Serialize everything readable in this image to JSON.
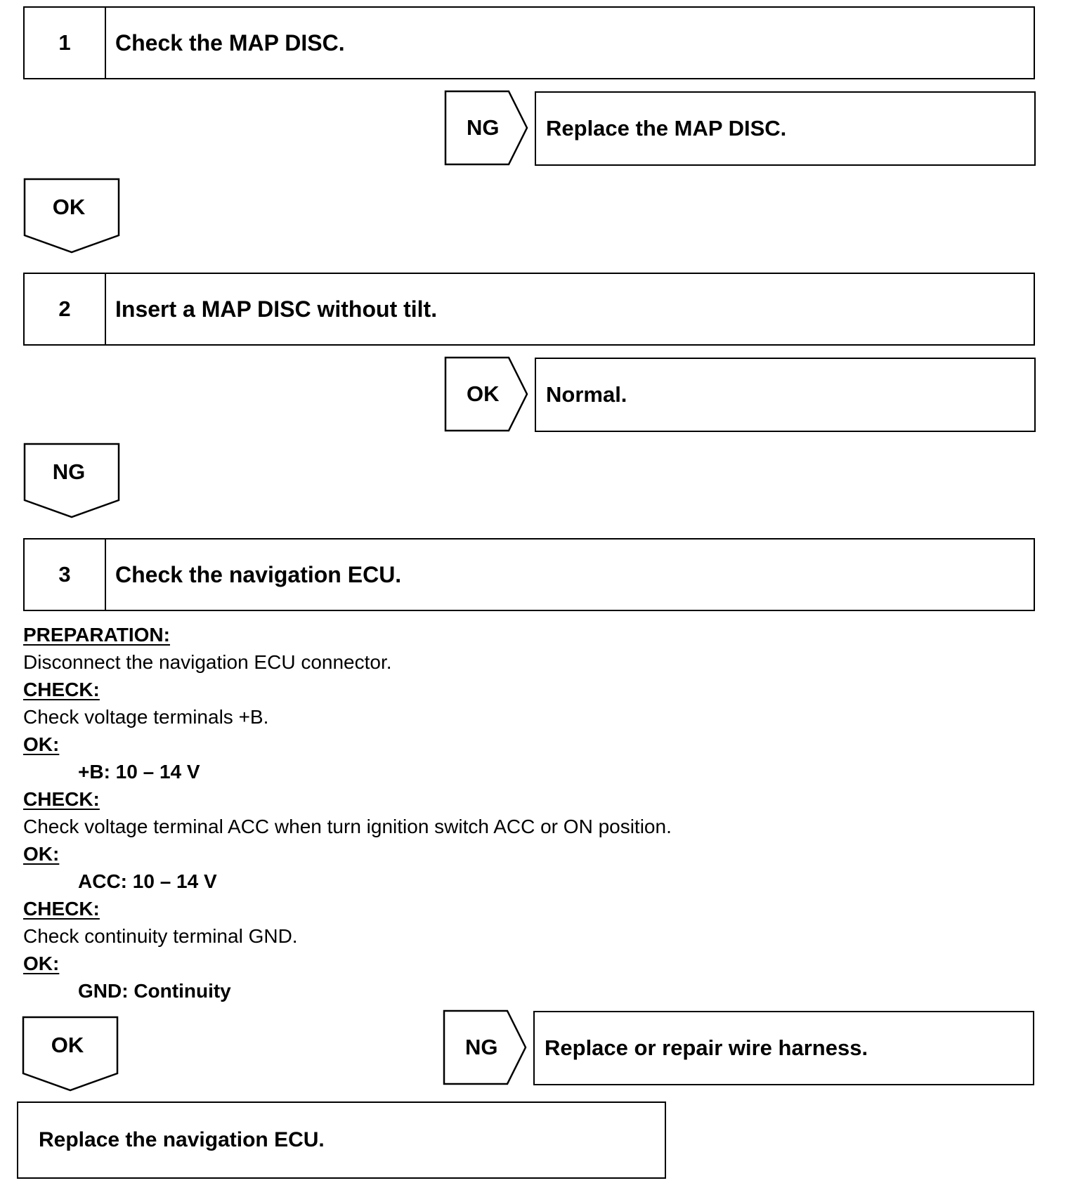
{
  "steps": [
    {
      "number": "1",
      "title": "Check the MAP DISC."
    },
    {
      "number": "2",
      "title": "Insert a MAP DISC without tilt."
    },
    {
      "number": "3",
      "title": "Check the navigation ECU."
    }
  ],
  "side_results": [
    {
      "label": "NG",
      "text": "Replace the MAP DISC."
    },
    {
      "label": "OK",
      "text": "Normal."
    },
    {
      "label": "NG",
      "text": "Replace or repair wire harness."
    }
  ],
  "down_arrows": [
    "OK",
    "NG",
    "OK"
  ],
  "procedure": {
    "preparation_heading": "PREPARATION:",
    "preparation_text": "Disconnect the navigation ECU connector.",
    "check1_heading": "CHECK:",
    "check1_text": "Check voltage terminals +B.",
    "ok1_heading": "OK:",
    "ok1_value": "+B: 10 – 14 V",
    "check2_heading": "CHECK:",
    "check2_text": "Check voltage terminal ACC when turn ignition switch ACC or ON position.",
    "ok2_heading": "OK:",
    "ok2_value": "ACC: 10 – 14 V",
    "check3_heading": "CHECK:",
    "check3_text": "Check continuity terminal GND.",
    "ok3_heading": "OK:",
    "ok3_value": "GND: Continuity"
  },
  "final_action": "Replace the navigation ECU."
}
